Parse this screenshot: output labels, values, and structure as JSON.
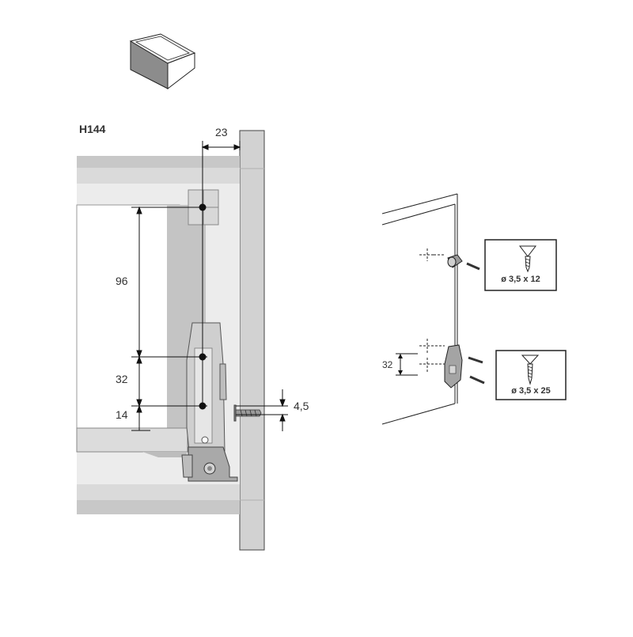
{
  "model_label": "H144",
  "dimensions": {
    "top_offset": "23",
    "vertical_1": "96",
    "vertical_2": "32",
    "vertical_3": "14",
    "screw_offset": "4,5",
    "clip_spacing": "32"
  },
  "screws": [
    {
      "label": "ø 3,5 x 12"
    },
    {
      "label": "ø 3,5 x 25"
    }
  ],
  "colors": {
    "panel_gray": "#c8c8c8",
    "panel_light": "#e4e4e4",
    "line": "#222222",
    "part_gray": "#b9b9b9"
  },
  "icons": [
    "drawer-icon",
    "screw-icon"
  ]
}
